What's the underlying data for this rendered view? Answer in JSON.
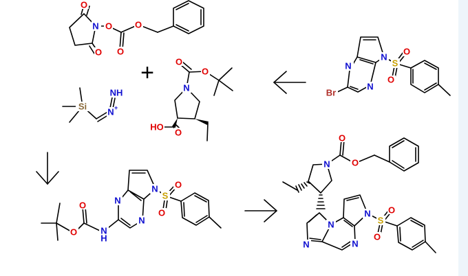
{
  "atoms": {
    "O": "O",
    "N": "N",
    "NH": "NH",
    "Si": "Si",
    "Br": "Br",
    "S": "S",
    "H": "H",
    "HO": "HO",
    "Nplus": "N",
    "plus_sign": "+"
  },
  "colors": {
    "oxygen": "#e00000",
    "nitrogen": "#1010d0",
    "silicon": "#8a6a3a",
    "bromine": "#b0302a",
    "sulfur": "#c8a000",
    "bond": "#000000",
    "side_panel": "#eef5fb"
  },
  "reaction": {
    "plus_sign": "+",
    "arrows": [
      "right-to-left",
      "top-to-bottom",
      "left-to-right"
    ]
  }
}
